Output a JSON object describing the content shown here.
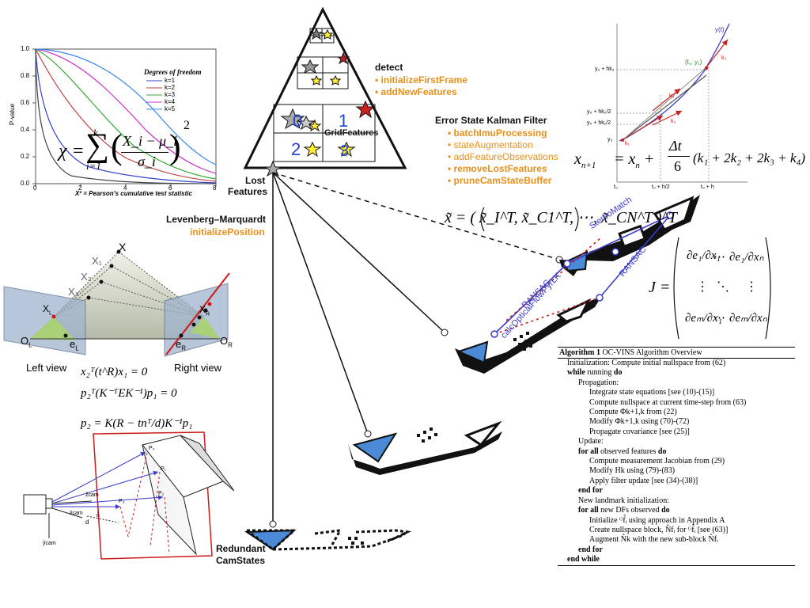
{
  "chi_chart": {
    "legend_title": "Degrees of freedom",
    "legend": [
      "k=1",
      "k=2",
      "k=3",
      "k=4",
      "k=5"
    ],
    "legend_colors": [
      "#3344cc",
      "#c04040",
      "#33aa33",
      "#cc33cc",
      "#3388ee"
    ],
    "ylabel": "P-value",
    "xlabel": "X² = Pearson's cumulative test statistic",
    "xticks": [
      "0",
      "2",
      "4",
      "6",
      "8"
    ],
    "yticks": [
      "0.0",
      "0.2",
      "0.4",
      "0.6",
      "0.8",
      "1.0"
    ]
  },
  "chi_formula": {
    "lhs": "χ =",
    "sum_top": "k",
    "sum_bottom": "i=1",
    "num": "X_i − μ_i",
    "den": "σ_i",
    "pow": "2"
  },
  "pyramid": {
    "cells": [
      "1",
      "0",
      "2",
      "3"
    ],
    "grid_label": "GridFeatures",
    "lost_label_1": "Lost",
    "lost_label_2": "Features"
  },
  "detect": {
    "title": "detect",
    "items": [
      "initializeFirstFrame",
      "addNewFeatures"
    ]
  },
  "eskf": {
    "title": "Error State Kalman Filter",
    "items": [
      {
        "text": "batchImuProcessing",
        "bold": true
      },
      {
        "text": "stateAugmentation",
        "bold": false
      },
      {
        "text": "addFeatureObservations",
        "bold": false
      },
      {
        "text": "removeLostFeatures",
        "bold": true
      },
      {
        "text": "pruneCamStateBuffer",
        "bold": true
      }
    ]
  },
  "lm": {
    "title": "Levenberg–Marquardt",
    "item": "initializePosition"
  },
  "rk4": {
    "curve_label": "y(t)",
    "point_label": "(t₁, y₁)",
    "ylabels": [
      "y₀ + hk₃",
      "y₀ + hk₂/2",
      "y₀ + hk₁/2",
      "y₀"
    ],
    "xlabels": [
      "t₀",
      "t₀ + h/2",
      "t₀ + h"
    ],
    "k_labels": [
      "k₁",
      "k₂",
      "k₃",
      "k₄"
    ],
    "formula_lhs": "x",
    "formula_text": "= x",
    "formula_dt": "Δt",
    "formula_six": "6",
    "formula_rest": "(k₁ + 2k₂ + 2k₃ + k₄)"
  },
  "state_vector": "x̃ = ( x̃_I^T, x̃_C1^T, ⋯, x̃_CN^T )^T",
  "jacobian": {
    "lhs": "J =",
    "cells": [
      "∂e₁/∂x₁",
      "⋯",
      "∂e₁/∂xₙ",
      "⋮",
      "⋱",
      "⋮",
      "∂eₘ/∂x₁",
      "⋯",
      "∂eₘ/∂xₙ"
    ]
  },
  "cam_labels": {
    "stereo": "StereoMatch",
    "ransac1": "RANSAC",
    "ransac2": "RANSAC",
    "flow": "calcOpticalFlowPyrLK"
  },
  "redundant": {
    "l1": "Redundant",
    "l2": "CamStates"
  },
  "epipolar": {
    "X": "X",
    "X1": "X₁",
    "X2": "X₂",
    "X3": "X₃",
    "XL": "X",
    "XL_sub": "L",
    "XR": "X",
    "XR_sub": "R",
    "OL": "O",
    "OL_sub": "L",
    "OR": "O",
    "OR_sub": "R",
    "eL": "e",
    "eL_sub": "L",
    "eR": "e",
    "eR_sub": "R",
    "left_view": "Left view",
    "right_view": "Right view"
  },
  "equations": [
    "x₂ᵀ(t^R)x₁ = 0",
    "p₂ᵀ(K⁻ᵀEK⁻¹)p₁ = 0",
    "p₂ = K(R − tnᵀ/d)K⁻¹p₁"
  ],
  "homography": {
    "points": [
      "P₀",
      "P₁",
      "P₂",
      "P₃"
    ],
    "zcam": "ẑcam",
    "xcam": "x̂cam",
    "ycam": "ŷcam",
    "d": "d",
    "n": "n̂"
  },
  "algorithm": {
    "title_bold": "Algorithm 1",
    "title": "OC-VINS Algorithm Overview",
    "lines": [
      {
        "indent": 0,
        "parts": [
          {
            "t": "Initialization: Compute initial nullspace from (62)"
          }
        ]
      },
      {
        "indent": 0,
        "parts": [
          {
            "t": "while",
            "b": true
          },
          {
            "t": " running "
          },
          {
            "t": "do",
            "b": true
          }
        ]
      },
      {
        "indent": 1,
        "parts": [
          {
            "t": "Propagation:"
          }
        ]
      },
      {
        "indent": 2,
        "parts": [
          {
            "t": "Integrate state equations [see (10)-(15)]"
          }
        ]
      },
      {
        "indent": 2,
        "parts": [
          {
            "t": "Compute nullspace at current time-step from (63)"
          }
        ]
      },
      {
        "indent": 2,
        "parts": [
          {
            "t": "Compute Φk+1,k from (22)"
          }
        ]
      },
      {
        "indent": 2,
        "parts": [
          {
            "t": "Modify Φk+1,k using (70)-(72)"
          }
        ]
      },
      {
        "indent": 2,
        "parts": [
          {
            "t": "Propagate covariance [see (25)]"
          }
        ]
      },
      {
        "indent": 1,
        "parts": [
          {
            "t": "Update:"
          }
        ]
      },
      {
        "indent": 1,
        "parts": [
          {
            "t": "for all",
            "b": true
          },
          {
            "t": " observed features "
          },
          {
            "t": "do",
            "b": true
          }
        ]
      },
      {
        "indent": 2,
        "parts": [
          {
            "t": "Compute measurement Jacobian from (29)"
          }
        ]
      },
      {
        "indent": 2,
        "parts": [
          {
            "t": "Modify Hk using (79)-(83)"
          }
        ]
      },
      {
        "indent": 2,
        "parts": [
          {
            "t": "Apply filter update [see (34)-(38)]"
          }
        ]
      },
      {
        "indent": 1,
        "parts": [
          {
            "t": "end for",
            "b": true
          }
        ]
      },
      {
        "indent": 1,
        "parts": [
          {
            "t": "New landmark initialization:"
          }
        ]
      },
      {
        "indent": 1,
        "parts": [
          {
            "t": "for all",
            "b": true
          },
          {
            "t": " new DFs observed "
          },
          {
            "t": "do",
            "b": true
          }
        ]
      },
      {
        "indent": 2,
        "parts": [
          {
            "t": "Initialize ᴳf̂ᵢ using approach in Appendix A"
          }
        ]
      },
      {
        "indent": 2,
        "parts": [
          {
            "t": "Create nullspace block, N̂fᵢ for ᴳf̂ᵢ [see (63)]"
          }
        ]
      },
      {
        "indent": 2,
        "parts": [
          {
            "t": "Augment N̂k with the new sub-block N̂fᵢ"
          }
        ]
      },
      {
        "indent": 1,
        "parts": [
          {
            "t": "end for",
            "b": true
          }
        ]
      },
      {
        "indent": 0,
        "parts": [
          {
            "t": "end while",
            "b": true
          }
        ]
      }
    ]
  }
}
